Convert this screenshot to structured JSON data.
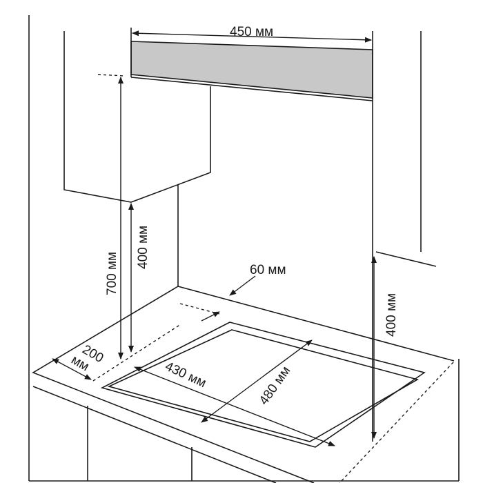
{
  "colors": {
    "line": "#1a1a1a",
    "hood_fill": "#c8c8c8",
    "background": "#ffffff"
  },
  "dimensions": {
    "hood_width": "450 мм",
    "hob_to_cabinet_height": "700 мм",
    "hob_to_wall_cabinet_left": "400 мм",
    "back_gap": "60 мм",
    "side_cabinet_height": "400 мм",
    "side_gap_value": "200",
    "side_gap_unit": "мм",
    "cutout_width": "430 мм",
    "cutout_depth": "480 мм"
  }
}
